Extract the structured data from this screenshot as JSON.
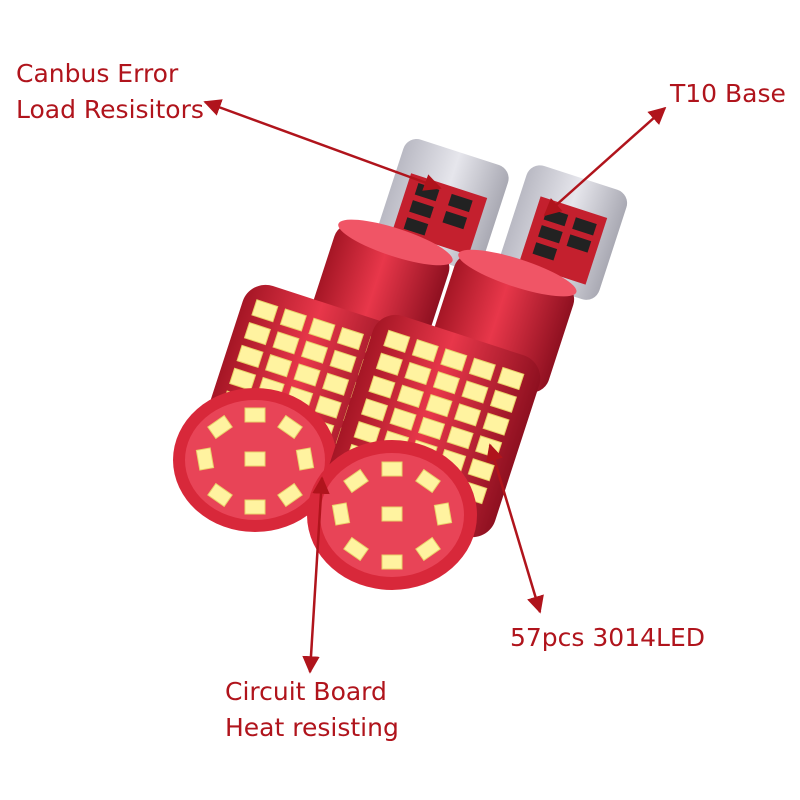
{
  "labels": {
    "canbus": {
      "line1": "Canbus Error",
      "line2": "Load Resisitors"
    },
    "t10": {
      "line1": "T10 Base"
    },
    "leds": {
      "line1": "57pcs 3014LED"
    },
    "circuit": {
      "line1": "Circuit Board",
      "line2": "Heat resisting"
    }
  },
  "colors": {
    "annotation": "#b0141c",
    "bulb_red": "#d8283a",
    "bulb_red_dark": "#9c1222",
    "bulb_red_light": "#ff6f7d",
    "led_yellow": "#fff3a0",
    "base_gray": "#cfcfd6"
  }
}
